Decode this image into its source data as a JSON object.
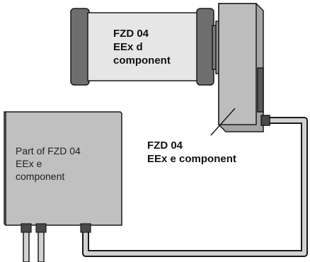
{
  "labels": {
    "eexd": [
      "FZD 04",
      "EEx d",
      "component"
    ],
    "eexe": [
      "FZD 04",
      "EEx e component"
    ],
    "box": [
      "Part of FZD 04",
      "EEx e",
      "component"
    ]
  },
  "colors": {
    "outline": "#1a1a1a",
    "cylinder_body": "#e6e6e6",
    "end_cap": "#6e6e6e",
    "housing": "#a6a6a6",
    "housing_face": "#bdbdbd",
    "flange": "#7a7a7a",
    "junction_box": "#c0c0c0",
    "pipe": "#d2d2d2",
    "gland": "#4a4a4a"
  }
}
